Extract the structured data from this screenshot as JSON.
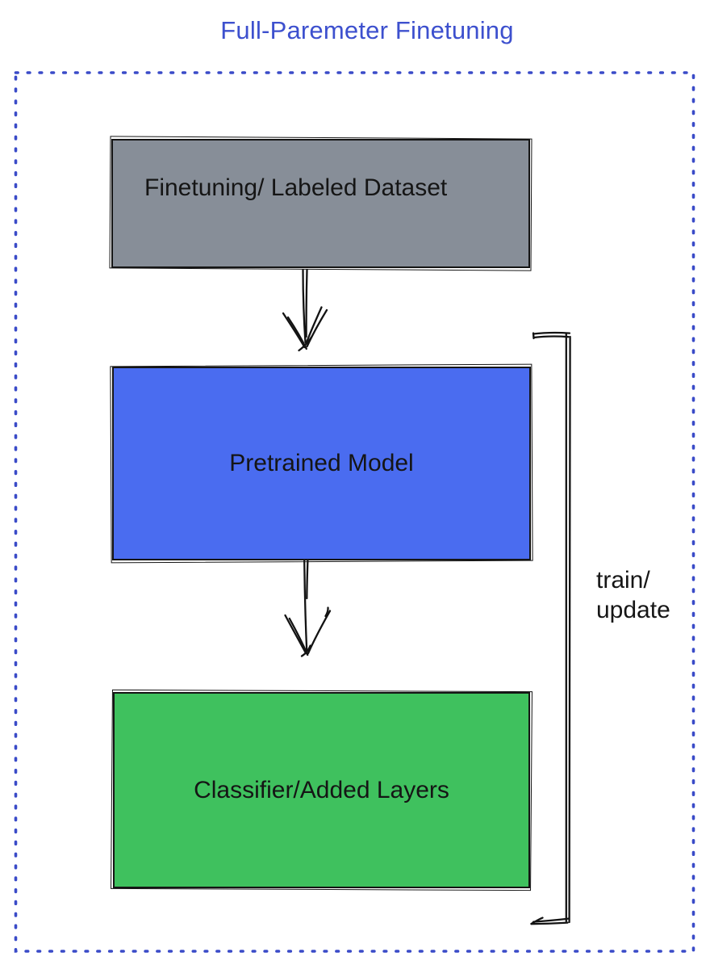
{
  "title": "Full-Paremeter Finetuning",
  "colors": {
    "title": "#3D50CE",
    "frame_dotted": "#3A4BC8",
    "ink": "#131313",
    "node_dataset_fill": "#878E98",
    "node_model_fill": "#4A6CF0",
    "node_classifier_fill": "#3FC15E"
  },
  "nodes": [
    {
      "id": "finetuning-dataset",
      "label": "Finetuning/ Labeled Dataset",
      "fill": "#878E98"
    },
    {
      "id": "pretrained-model",
      "label": "Pretrained Model",
      "fill": "#4A6CF0"
    },
    {
      "id": "classifier-added-layers",
      "label": "Classifier/Added Layers",
      "fill": "#3FC15E"
    }
  ],
  "edges": [
    {
      "from": "finetuning-dataset",
      "to": "pretrained-model",
      "style": "hand-drawn-arrow-down"
    },
    {
      "from": "pretrained-model",
      "to": "classifier-added-layers",
      "style": "hand-drawn-arrow-down"
    }
  ],
  "bracket": {
    "label": "train/\nupdate",
    "spans": [
      "pretrained-model",
      "classifier-added-layers"
    ]
  }
}
